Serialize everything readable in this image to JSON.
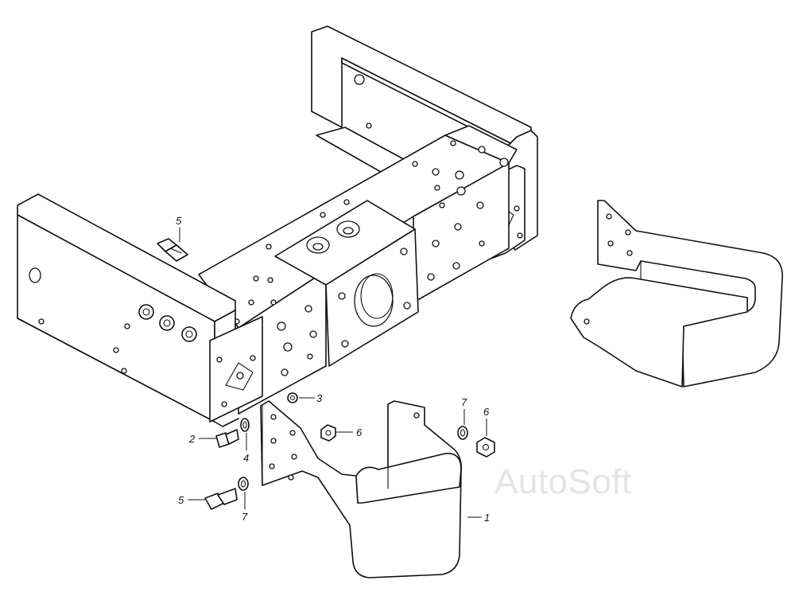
{
  "diagram": {
    "watermark": "AutoSoft",
    "callouts": [
      {
        "id": "callout-1",
        "text": "1"
      },
      {
        "id": "callout-2",
        "text": "2"
      },
      {
        "id": "callout-3",
        "text": "3"
      },
      {
        "id": "callout-4",
        "text": "4"
      },
      {
        "id": "callout-5-top",
        "text": "5"
      },
      {
        "id": "callout-5-bottom",
        "text": "5"
      },
      {
        "id": "callout-6-mid",
        "text": "6"
      },
      {
        "id": "callout-6-right",
        "text": "6"
      },
      {
        "id": "callout-7-right",
        "text": "7"
      },
      {
        "id": "callout-7-bottom",
        "text": "7"
      }
    ]
  }
}
